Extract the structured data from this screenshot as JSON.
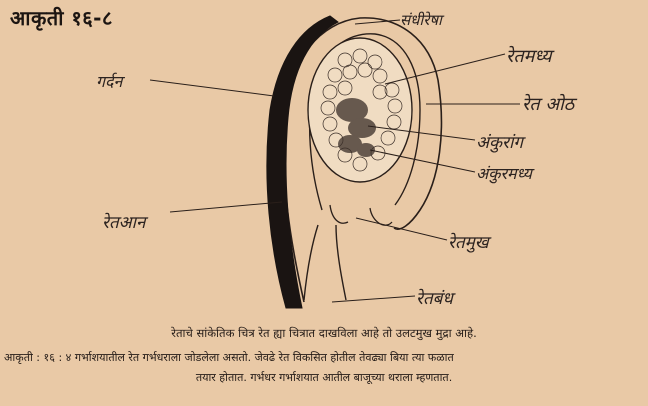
{
  "figure": {
    "title": "आकृती १६-८",
    "labels": {
      "sandhirekha": "संधीरेषा",
      "retamadhya": "रेतमध्य",
      "retaushth": "रेत ओठ",
      "garden": "गर्दन",
      "ankurang": "अंकुरांग",
      "ankurmadhya": "अंकुरमध्य",
      "retaaan": "रेतआन",
      "retamukh": "रेतमुख",
      "retabandh": "रेतबंध"
    },
    "caption_line1": "रेताचे सांकेतिक चित्र  रेत ह्या चित्रात दाखविला आहे तो उलटमुख मुद्रा आहे.",
    "caption_line2": "आकृती : १६ : ४ गर्भाशयातील रेत गर्भधराला जोडलेला असतो.  जेवढे रेत विकसित होतील तेवढ्या बिया त्या फळात",
    "caption_line3": "तयार होतात. गर्भधर गर्भाशयात आतील बाजूच्या थराला म्हणतात."
  }
}
